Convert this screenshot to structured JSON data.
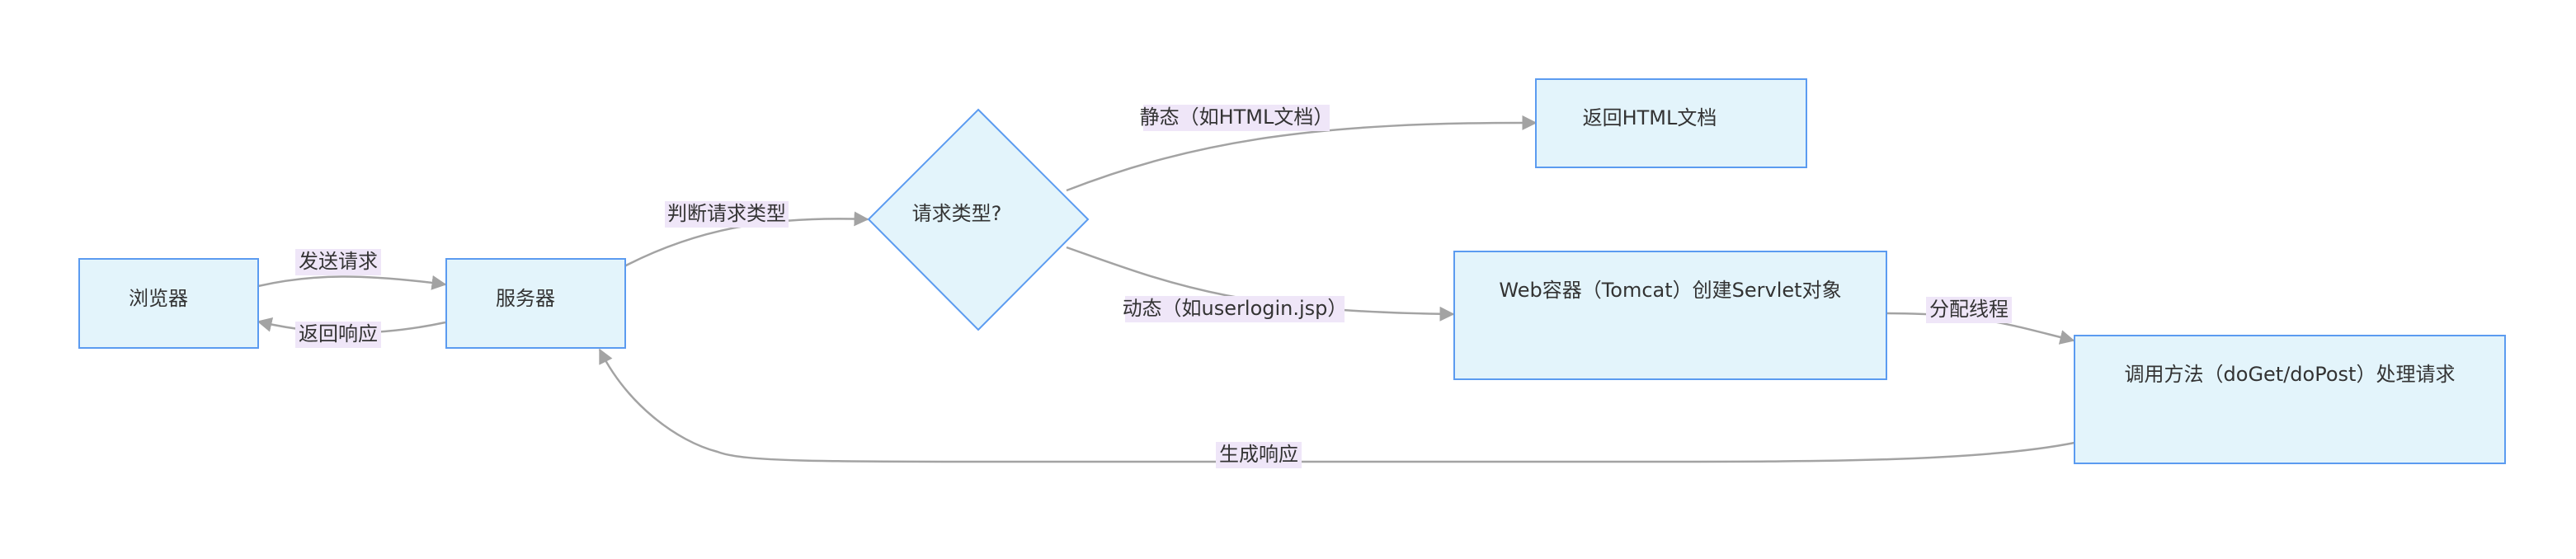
{
  "nodes": {
    "browser": "浏览器",
    "server": "服务器",
    "decision": "请求类型?",
    "return_html": "返回HTML文档",
    "web_container": "Web容器（Tomcat）创建Servlet对象",
    "call_method": "调用方法（doGet/doPost）处理请求"
  },
  "edges": {
    "send_request": "发送请求",
    "return_response": "返回响应",
    "judge_type": "判断请求类型",
    "static": "静态（如HTML文档）",
    "dynamic": "动态（如userlogin.jsp）",
    "assign_thread": "分配线程",
    "generate_response": "生成响应"
  },
  "colors": {
    "node_fill": "#e3f4fb",
    "node_stroke": "#5b9bf0",
    "edge_stroke": "#a3a3a3",
    "label_bg": "#efe6f8"
  }
}
